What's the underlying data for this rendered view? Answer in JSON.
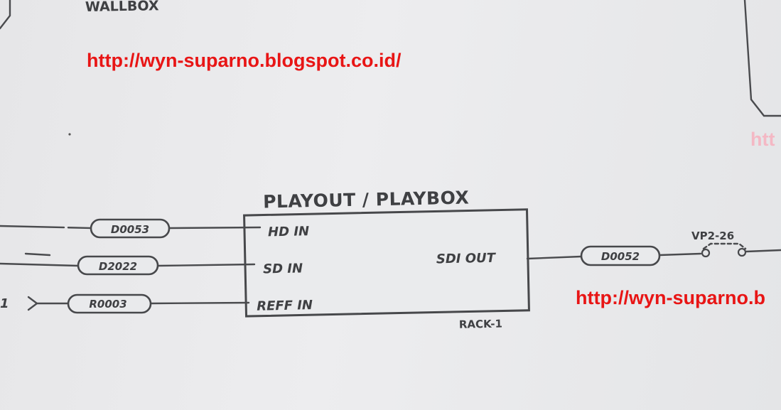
{
  "diagram": {
    "wallbox_label": "WALLBOX",
    "block_title": "PLAYOUT / PLAYBOX",
    "block_rack": "RACK-1",
    "ports": {
      "hd_in": "HD IN",
      "sd_in": "SD IN",
      "reff_in": "REFF IN",
      "sdi_out": "SDI OUT"
    },
    "cables": {
      "hd": "D0053",
      "sd": "D2022",
      "ref": "R0003",
      "out": "D0052"
    },
    "left_ref_mark": "1",
    "patch_label": "VP2-26"
  },
  "watermarks": {
    "main": "http://wyn-suparno.blogspot.co.id/",
    "right": "http://wyn-suparno.b",
    "faded": "htt"
  },
  "colors": {
    "ink": "#3f4043",
    "paper": "#e9eaec",
    "watermark": "#e81515",
    "watermark_faded": "#f4b8c4"
  }
}
